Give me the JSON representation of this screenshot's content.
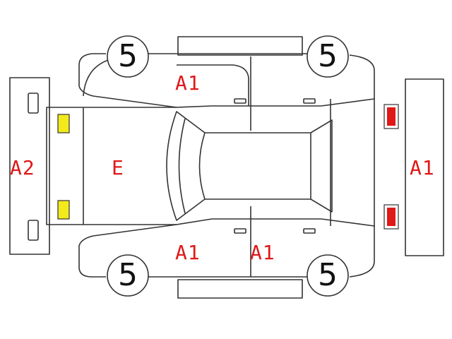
{
  "diagram": {
    "tire_count_labels": [
      "5",
      "5",
      "5",
      "5"
    ],
    "damage_labels": {
      "a1_left_door": "A1",
      "a2_front_bumper": "A2",
      "e_hood": "E",
      "a1_rear_bumper": "A1",
      "a1_bottom_front_door": "A1",
      "a1_bottom_rear_door": "A1"
    },
    "colors": {
      "outline": "#333333",
      "label": "#e01818",
      "headlight": "#f2ea1a",
      "taillight": "#e01818"
    }
  }
}
